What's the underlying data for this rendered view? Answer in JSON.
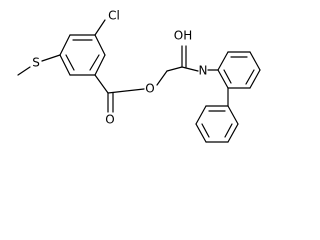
{
  "molecule": {
    "atom_labels": {
      "chlorine": "Cl",
      "sulfur": "S",
      "ester_oxygen": "O",
      "carbonyl_oxygen_ester": "O",
      "amide_oxygen": "OH",
      "amide_nitrogen": "N"
    },
    "colors": {
      "bond": "#000000",
      "background": "#ffffff"
    }
  }
}
